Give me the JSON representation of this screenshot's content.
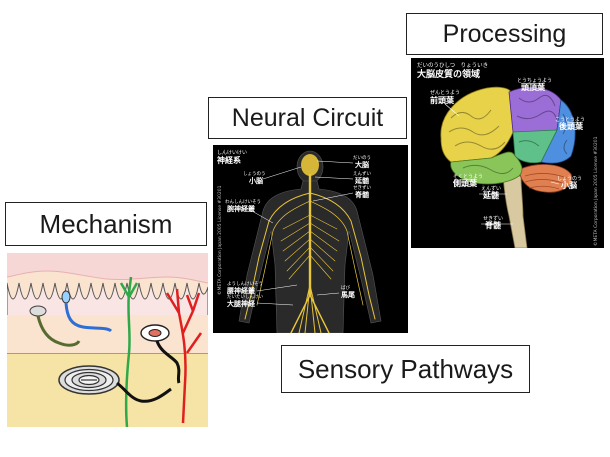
{
  "labels": {
    "processing": "Processing",
    "neural_circuit": "Neural Circuit",
    "mechanism": "Mechanism",
    "sensory_pathways": "Sensory Pathways"
  },
  "brain_panel": {
    "title_ruby": "だいのうひしつ　りょういき",
    "title": "大脳皮質の領域",
    "lobes": [
      {
        "ruby": "ぜんとうよう",
        "name": "前頭葉"
      },
      {
        "ruby": "とうちょうよう",
        "name": "頭頂葉"
      },
      {
        "ruby": "こうとうよう",
        "name": "後頭葉"
      },
      {
        "ruby": "そくとうよう",
        "name": "側頭葉"
      },
      {
        "ruby": "しょうのう",
        "name": "小脳"
      },
      {
        "ruby": "えんずい",
        "name": "延髄"
      },
      {
        "ruby": "せきずい",
        "name": "脊髄"
      }
    ],
    "copyright": "©META Corporation Japan 2005 License #30201",
    "colors": {
      "frontal": "#e7d24a",
      "parietal": "#9b6dd6",
      "occipital": "#4f8fe0",
      "temporal": "#8ac55a",
      "cerebellum": "#e08050",
      "stem": "#d9c9a0"
    }
  },
  "nerve_panel": {
    "title_ruby": "しんけいけい",
    "title": "神経系",
    "left_labels": [
      {
        "ruby": "しょうのう",
        "name": "小脳"
      },
      {
        "ruby": "わんしんけいそう",
        "name": "腕神経叢"
      },
      {
        "ruby": "ようしんけいそう",
        "name": "腰神経叢"
      },
      {
        "ruby": "だいたいしんけい",
        "name": "大腿神経"
      }
    ],
    "right_labels": [
      {
        "ruby": "だいのう",
        "name": "大脳"
      },
      {
        "ruby": "えんずい",
        "name": "延髄"
      },
      {
        "ruby": "せきずい",
        "name": "脊髄"
      },
      {
        "ruby": "ばび",
        "name": "馬尾"
      }
    ],
    "copyright": "©META Corporation Japan 2005 License #30201",
    "colors": {
      "nerve": "#e8c53a",
      "background": "#000000"
    }
  },
  "skin_panel": {
    "colors": {
      "epidermis": "#f6d7d6",
      "dermis": "#fae3cf",
      "subcutis": "#f6e4a6",
      "red": "#e02020",
      "green": "#2fa84a",
      "blue": "#2e6fd6",
      "black": "#111111"
    }
  }
}
